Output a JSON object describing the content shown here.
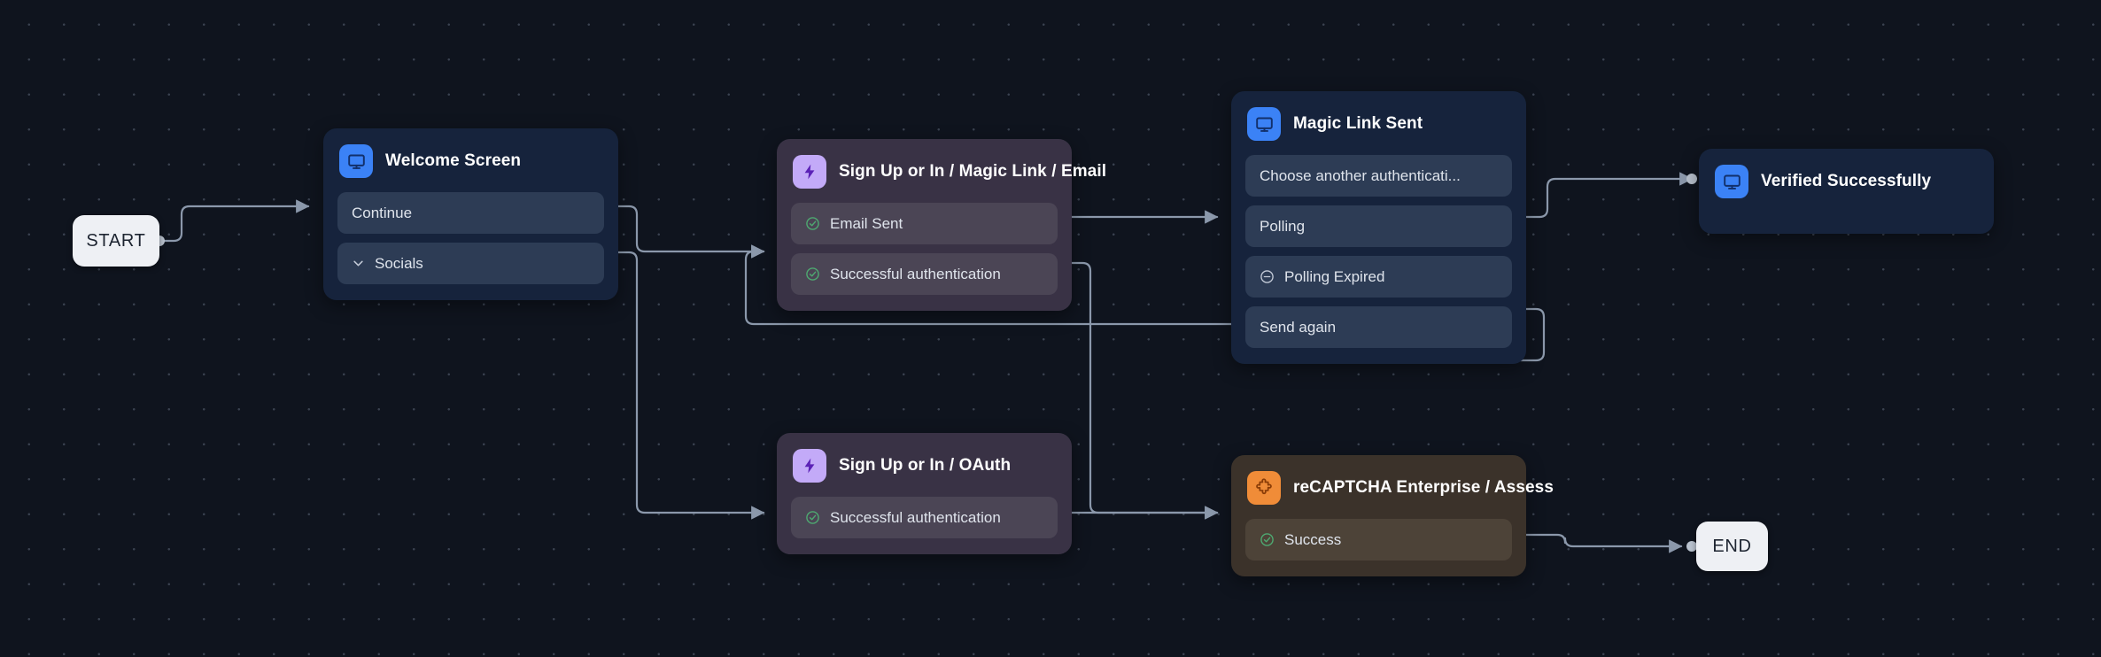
{
  "canvas": {
    "background_color": "#0f141e",
    "grid_dot_color": "#39414f",
    "edge_color": "#8b98ab"
  },
  "terminals": [
    {
      "id": "start",
      "label": "START"
    },
    {
      "id": "end",
      "label": "END"
    }
  ],
  "nodes": [
    {
      "id": "welcome-screen",
      "title": "Welcome Screen",
      "type": "screen",
      "icon": "screen-icon",
      "icon_color": "#3b82f6",
      "rows": [
        {
          "label": "Continue",
          "icon": "none",
          "port": "dot"
        },
        {
          "label": "Socials",
          "icon": "chevron-down-icon",
          "port": "dot"
        }
      ]
    },
    {
      "id": "signup-magic-link-email",
      "title": "Sign Up or In / Magic Link / Email",
      "type": "action",
      "icon": "bolt-icon",
      "icon_color": "#c3aaf8",
      "rows": [
        {
          "label": "Email Sent",
          "icon": "check-circle-icon",
          "port": "dot"
        },
        {
          "label": "Successful authentication",
          "icon": "check-circle-icon",
          "port": "dot"
        }
      ]
    },
    {
      "id": "signup-oauth",
      "title": "Sign Up or In / OAuth",
      "type": "action",
      "icon": "bolt-icon",
      "icon_color": "#c3aaf8",
      "rows": [
        {
          "label": "Successful authentication",
          "icon": "check-circle-icon",
          "port": "dot"
        }
      ]
    },
    {
      "id": "magic-link-sent",
      "title": "Magic Link Sent",
      "type": "screen",
      "icon": "screen-icon",
      "icon_color": "#3b82f6",
      "rows": [
        {
          "label": "Choose another authenticati...",
          "icon": "none",
          "port": "ring"
        },
        {
          "label": "Polling",
          "icon": "none",
          "port": "dot"
        },
        {
          "label": "Polling Expired",
          "icon": "minus-circle-icon",
          "port": "ring"
        },
        {
          "label": "Send again",
          "icon": "none",
          "port": "dot"
        }
      ]
    },
    {
      "id": "verified-successfully",
      "title": "Verified Successfully",
      "type": "screen",
      "icon": "screen-icon",
      "icon_color": "#3b82f6",
      "rows": []
    },
    {
      "id": "recaptcha-enterprise-assess",
      "title": "reCAPTCHA Enterprise / Assess",
      "type": "captcha",
      "icon": "puzzle-icon",
      "icon_color": "#f08c38",
      "rows": [
        {
          "label": "Success",
          "icon": "check-circle-icon",
          "port": "dot"
        }
      ]
    }
  ],
  "edges": [
    {
      "from": "start",
      "to": "welcome-screen.Continue"
    },
    {
      "from": "welcome-screen.Continue",
      "to": "signup-magic-link-email"
    },
    {
      "from": "welcome-screen.Socials",
      "to": "signup-oauth"
    },
    {
      "from": "signup-magic-link-email.Email Sent",
      "to": "magic-link-sent.Polling"
    },
    {
      "from": "signup-magic-link-email.Successful authentication",
      "to": "recaptcha-enterprise-assess"
    },
    {
      "from": "signup-oauth.Successful authentication",
      "to": "recaptcha-enterprise-assess"
    },
    {
      "from": "magic-link-sent.Polling",
      "to": "verified-successfully"
    },
    {
      "from": "magic-link-sent.Send again",
      "to": "signup-magic-link-email"
    },
    {
      "from": "recaptcha-enterprise-assess.Success",
      "to": "end"
    }
  ]
}
